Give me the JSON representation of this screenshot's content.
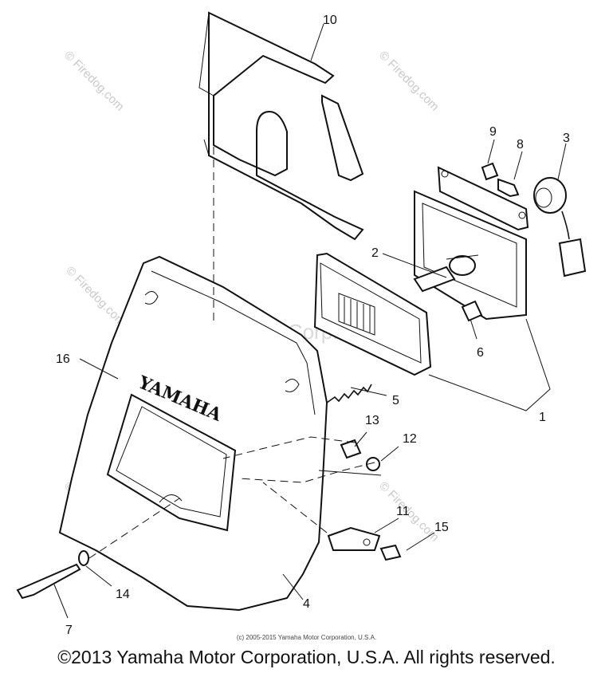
{
  "brand_text": "YAMAHA",
  "watermarks": {
    "site": "© Firedog.com",
    "center": "Yamaha Motor Corp. U.S.A.™"
  },
  "part_labels": [
    "1",
    "2",
    "3",
    "4",
    "5",
    "6",
    "7",
    "8",
    "9",
    "10",
    "11",
    "12",
    "13",
    "14",
    "15",
    "16"
  ],
  "footer": {
    "small_copyright": "(c) 2005-2015 Yamaha Motor Corporation, U.S.A.",
    "main_copyright": "©2013 Yamaha Motor Corporation, U.S.A. All rights reserved."
  }
}
